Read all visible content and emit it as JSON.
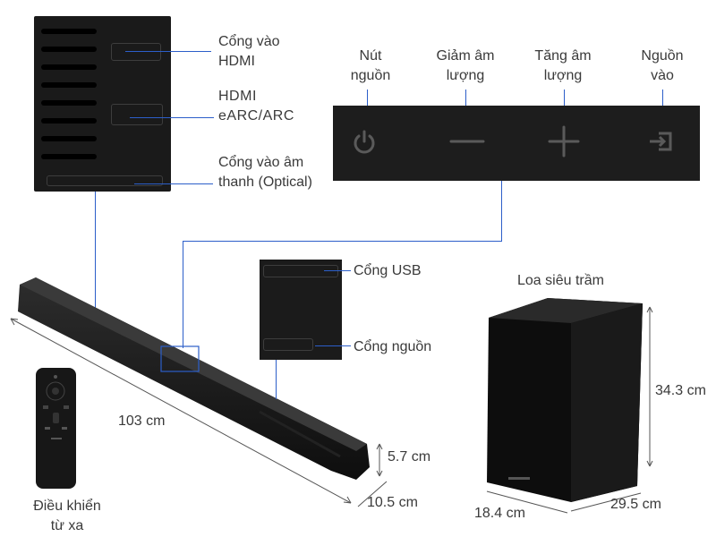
{
  "back_panel": {
    "labels": {
      "hdmi_in": "Cổng vào HDMI",
      "hdmi_earc": "HDMI eARC/ARC",
      "optical": "Cổng vào âm thanh (Optical)"
    }
  },
  "control_labels": {
    "power": "Nút nguồn",
    "vol_down": "Giảm âm lượng",
    "vol_up": "Tăng âm lượng",
    "source": "Nguồn vào"
  },
  "side_ports": {
    "usb": "Cổng USB",
    "power": "Cổng nguồn"
  },
  "soundbar": {
    "length": "103 cm",
    "height": "5.7 cm",
    "depth": "10.5 cm"
  },
  "remote": {
    "label": "Điều khiển từ xa"
  },
  "subwoofer": {
    "title": "Loa siêu trầm",
    "height": "34.3 cm",
    "width": "18.4 cm",
    "depth": "29.5 cm"
  },
  "colors": {
    "connector": "#2c5ec9",
    "device": "#1a1a1a"
  }
}
